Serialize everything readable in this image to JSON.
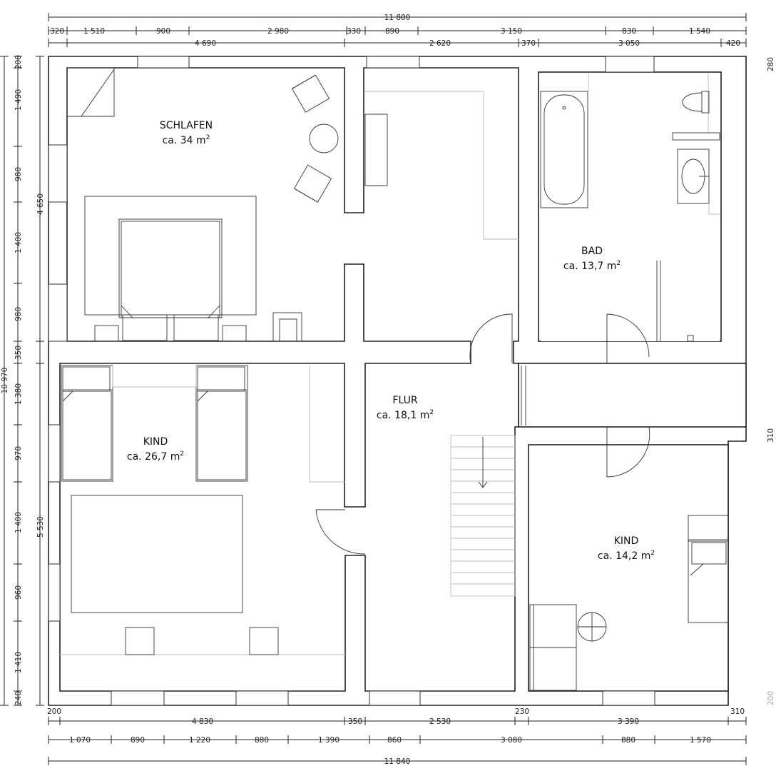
{
  "rooms": [
    {
      "name": "SCHLAFEN",
      "area_prefix": "ca. 34 m",
      "area_unit_exp": "2"
    },
    {
      "name": "BAD",
      "area_prefix": "ca. 13,7 m",
      "area_unit_exp": "2"
    },
    {
      "name": "FLUR",
      "area_prefix": "ca. 18,1 m",
      "area_unit_exp": "2"
    },
    {
      "name": "KIND",
      "area_prefix": "ca. 26,7 m",
      "area_unit_exp": "2"
    },
    {
      "name": "KIND",
      "area_prefix": "ca. 14,2 m",
      "area_unit_exp": "2"
    }
  ],
  "dims": {
    "top": {
      "overall": "11 800",
      "row1": [
        "320",
        "1 510",
        "900",
        "2 980",
        "330",
        "890",
        "3 150",
        "830",
        "1 540"
      ],
      "row2": [
        "4 690",
        "2 620",
        "370",
        "3 050",
        "420"
      ]
    },
    "bottom": {
      "row1": [
        "200",
        "4 830",
        "350",
        "2 530",
        "230",
        "3 390",
        "310"
      ],
      "row2": [
        "1 070",
        "890",
        "1 220",
        "880",
        "1 390",
        "860",
        "3 080",
        "880",
        "1 570"
      ],
      "overall": "11 840"
    },
    "left": {
      "overall": "10 970",
      "col1": [
        "200",
        "1 490",
        "980",
        "1 400",
        "980",
        "350",
        "1 380",
        "970",
        "1 400",
        "960",
        "1 410",
        "240"
      ],
      "col2": [
        "4 650",
        "5 530"
      ]
    },
    "right": [
      "280",
      "310",
      "200"
    ]
  }
}
